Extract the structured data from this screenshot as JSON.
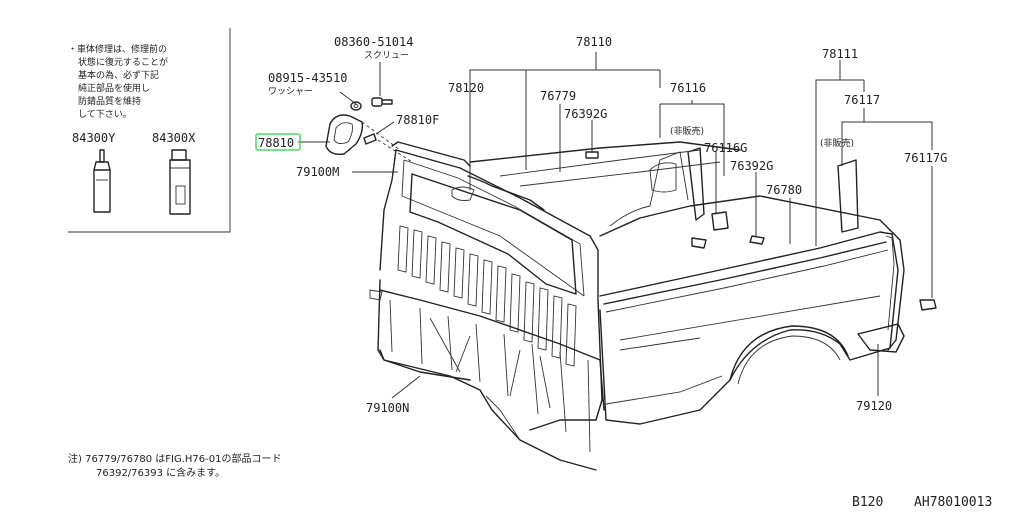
{
  "note_box": {
    "lines": [
      "・車体修理は、修理前の",
      "状態に復元することが",
      "基本の為、必ず下記",
      "純正部品を使用し",
      "防錆品質を維持",
      "して下さい。"
    ],
    "items": [
      {
        "code": "84300Y",
        "icon": "sealant-tube-icon"
      },
      {
        "code": "84300X",
        "icon": "spray-can-icon"
      }
    ]
  },
  "labels": {
    "p08360": "08360-51014",
    "p08360_sub": "スクリュー",
    "p08915": "08915-43510",
    "p08915_sub": "ワッシャー",
    "p78810": "78810",
    "p78810F": "78810F",
    "p79100M": "79100M",
    "p78110": "78110",
    "p78120": "78120",
    "p76779": "76779",
    "p76392G_a": "76392G",
    "p76116": "76116",
    "not_for_sale_a": "(非販売)",
    "p76116G": "76116G",
    "p76392G_b": "76392G",
    "p76780": "76780",
    "p78111": "78111",
    "p76117": "76117",
    "not_for_sale_b": "(非販売)",
    "p76117G": "76117G",
    "p79100N": "79100N",
    "p79120": "79120"
  },
  "highlight": {
    "part": "78810",
    "color": "#4cd964"
  },
  "footnote": {
    "line1": "注) 76779/76780 はFIG.H76-01の部品コード",
    "line2": "76392/76393 に含みます。"
  },
  "footer": {
    "model": "B120",
    "figure": "AH78010013"
  }
}
